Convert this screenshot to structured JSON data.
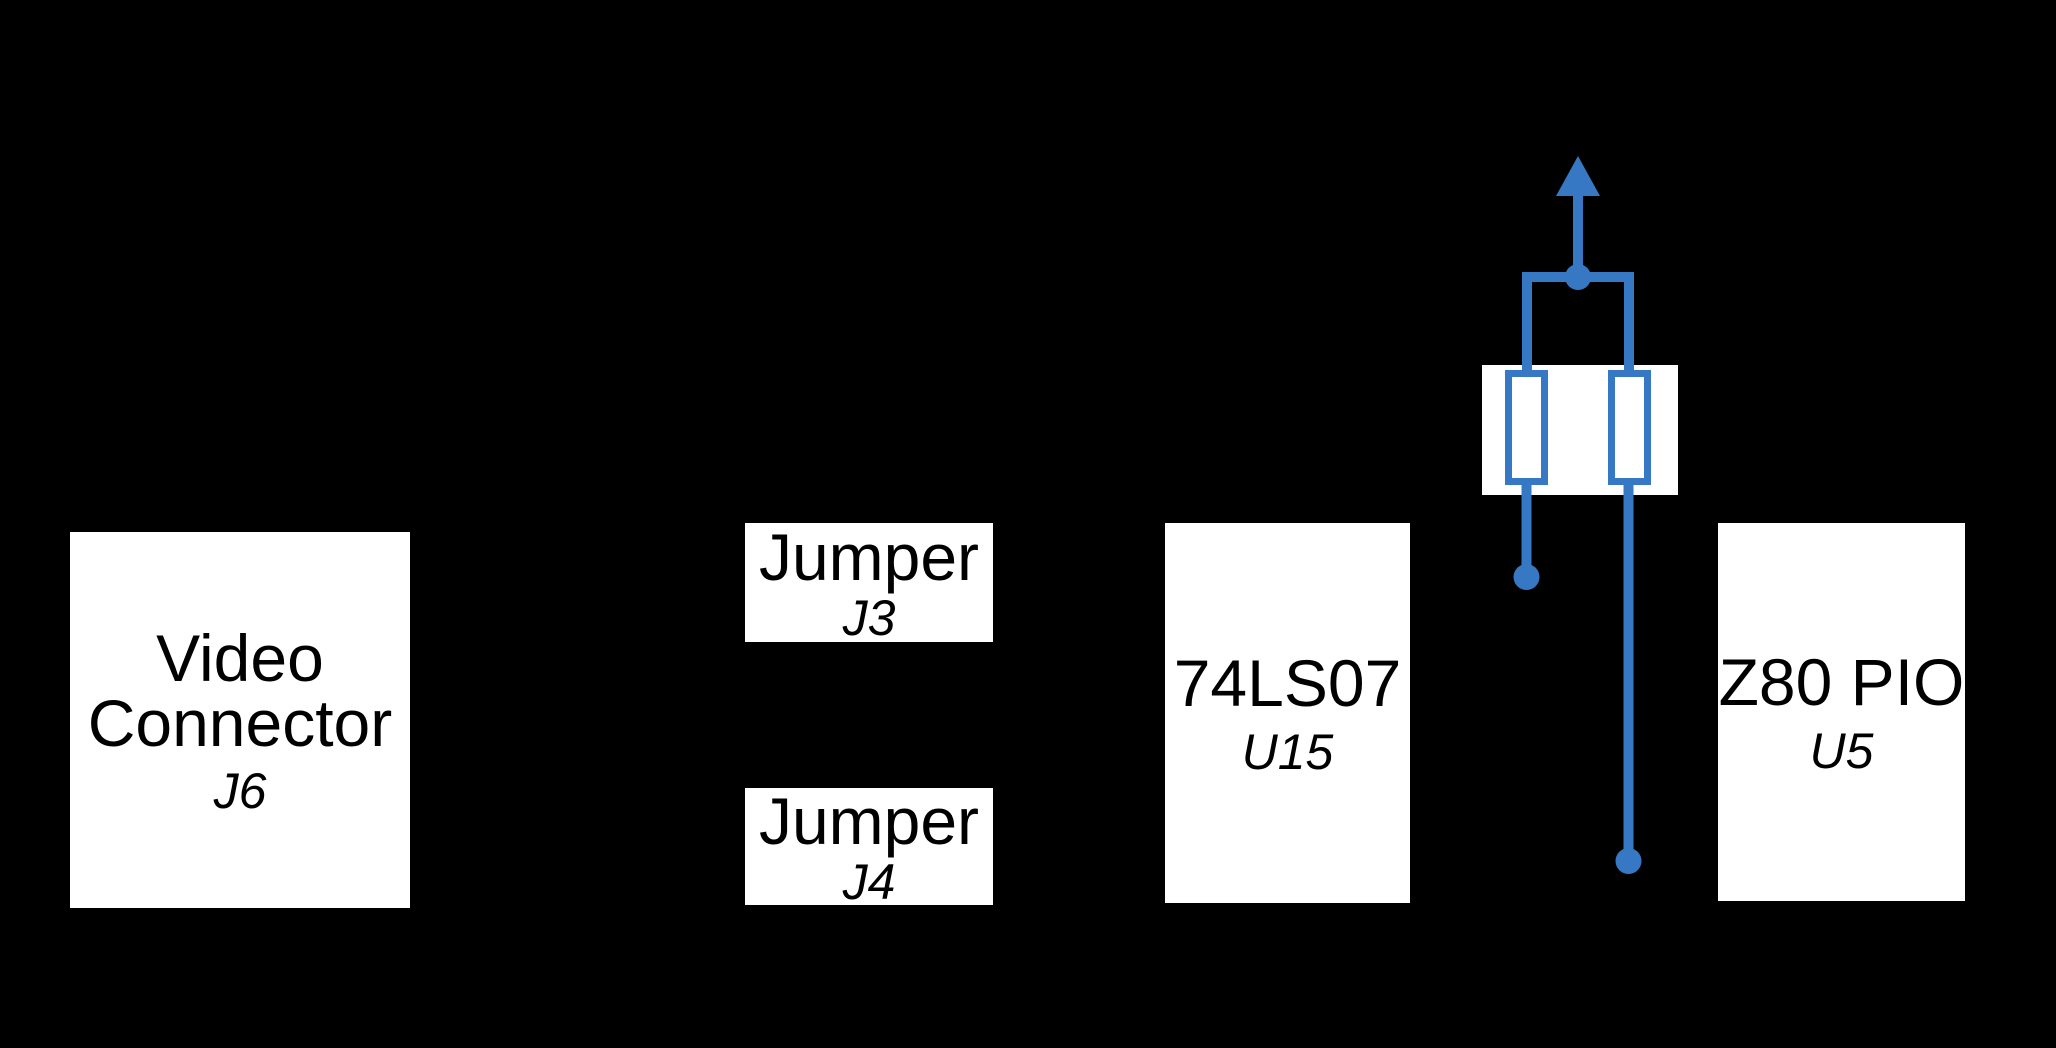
{
  "colors": {
    "background": "#000000",
    "box_fill": "#ffffff",
    "box_text": "#000000",
    "wire": "#3778C4"
  },
  "blocks": {
    "video_connector": {
      "title_line1": "Video",
      "title_line2": "Connector",
      "designator": "J6"
    },
    "jumper_j3": {
      "title": "Jumper",
      "designator": "J3"
    },
    "jumper_j4": {
      "title": "Jumper",
      "designator": "J4"
    },
    "ic_74ls07": {
      "title": "74LS07",
      "designator": "U15"
    },
    "ic_z80_pio": {
      "title": "Z80 PIO",
      "designator": "U5"
    }
  }
}
